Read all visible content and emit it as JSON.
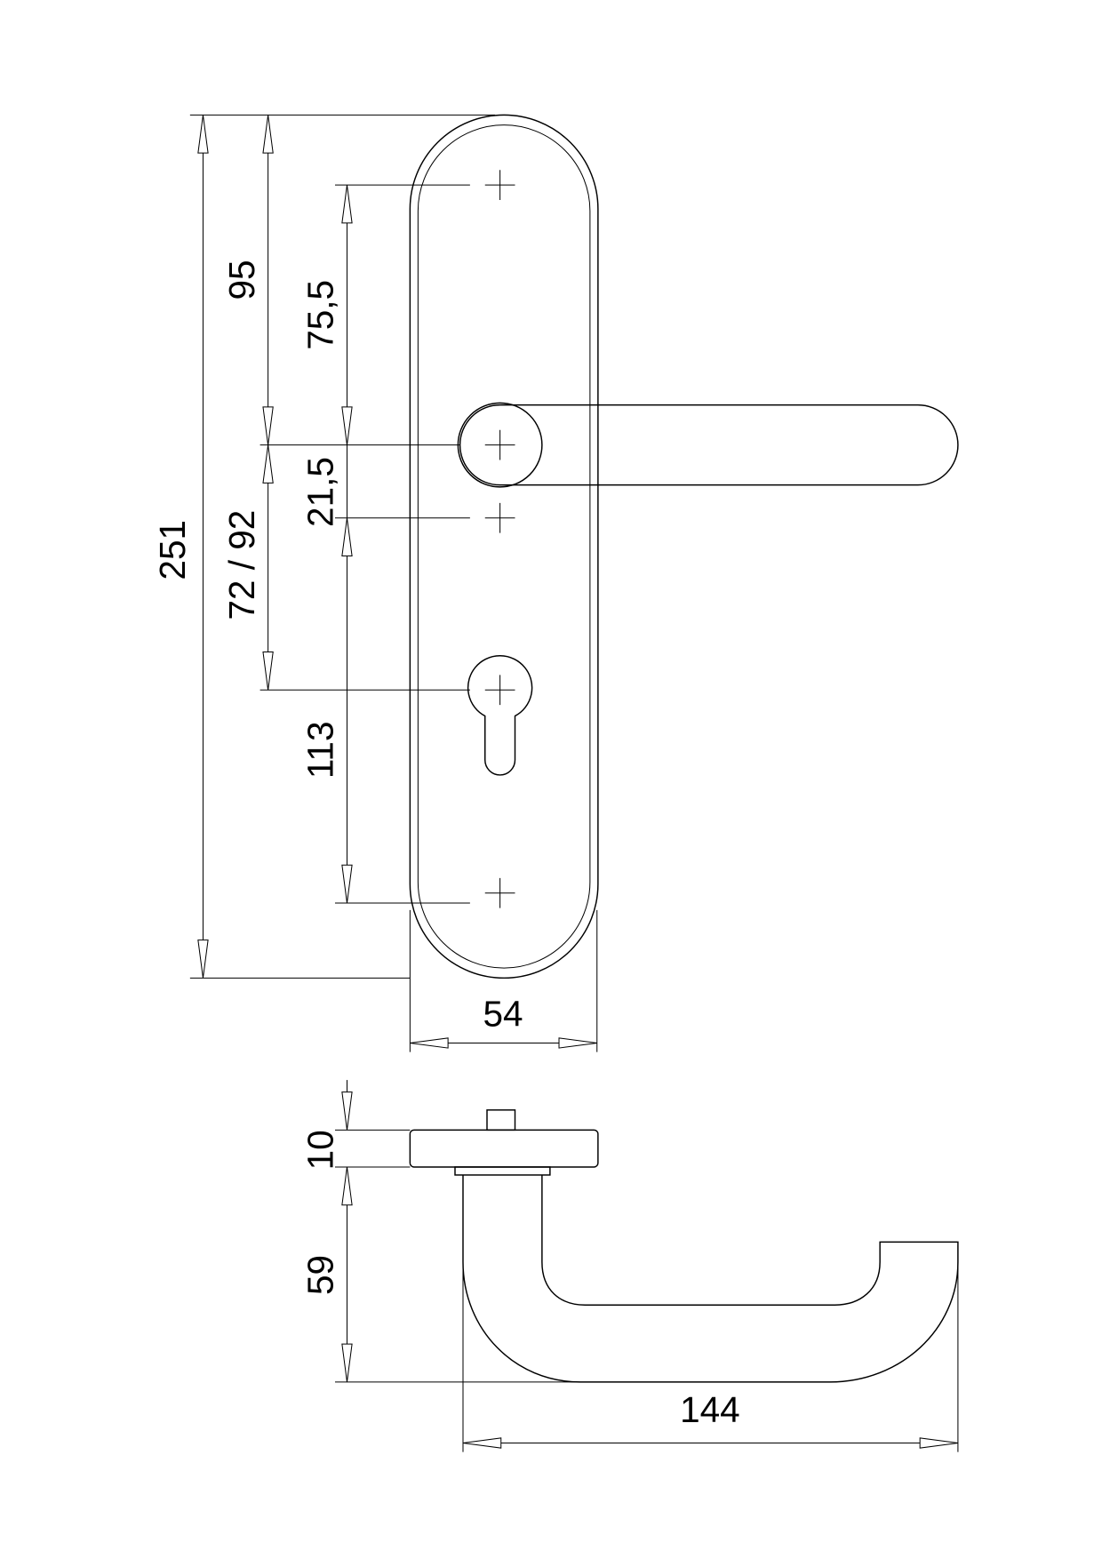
{
  "front_view": {
    "dim_total_height": "251",
    "dim_top_to_handle": "95",
    "dim_handle_to_cylinder": "72 / 92",
    "dim_upper_screw_to_handle": "75,5",
    "dim_handle_to_screw": "21,5",
    "dim_screw_spacing": "113",
    "dim_plate_width": "54"
  },
  "side_view": {
    "dim_plate_thickness": "10",
    "dim_handle_projection": "59",
    "dim_handle_length": "144"
  }
}
